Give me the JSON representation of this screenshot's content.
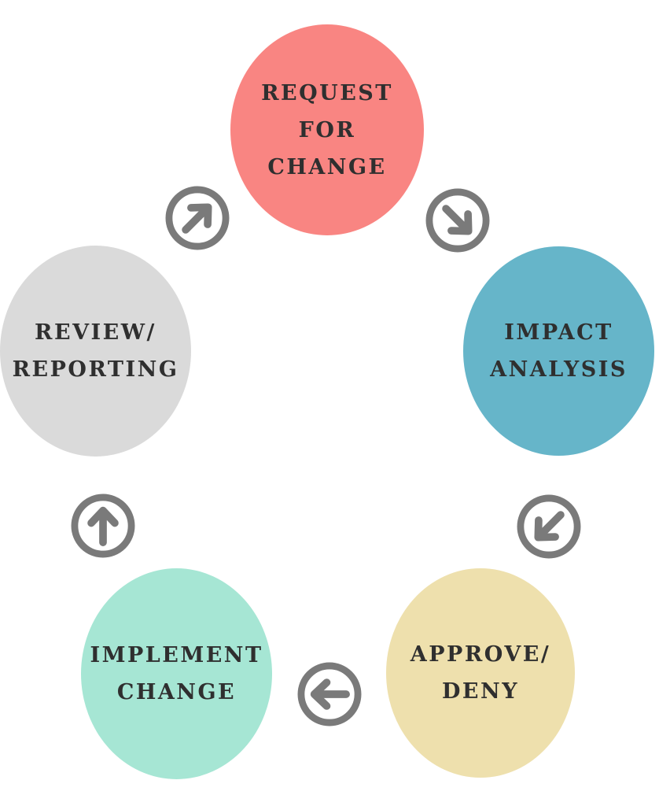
{
  "colors": {
    "request": "#f98582",
    "impact": "#66b5c9",
    "approve": "#eee0ad",
    "implement": "#a6e6d4",
    "review": "#dadada",
    "arrow": "#7a7a7a",
    "text": "#2f2f2f"
  },
  "stages": [
    {
      "id": "request",
      "label": "REQUEST\nFOR\nCHANGE"
    },
    {
      "id": "impact",
      "label": "IMPACT\nANALYSIS"
    },
    {
      "id": "approve",
      "label": "APPROVE/\nDENY"
    },
    {
      "id": "implement",
      "label": "IMPLEMENT\nCHANGE"
    },
    {
      "id": "review",
      "label": "REVIEW/\nREPORTING"
    }
  ],
  "arrows": [
    {
      "id": "review-to-request",
      "icon": "arrow-up-right-icon"
    },
    {
      "id": "request-to-impact",
      "icon": "arrow-down-right-icon"
    },
    {
      "id": "impact-to-approve",
      "icon": "arrow-down-left-icon"
    },
    {
      "id": "approve-to-implement",
      "icon": "arrow-left-icon"
    },
    {
      "id": "implement-to-review",
      "icon": "arrow-up-icon"
    }
  ]
}
